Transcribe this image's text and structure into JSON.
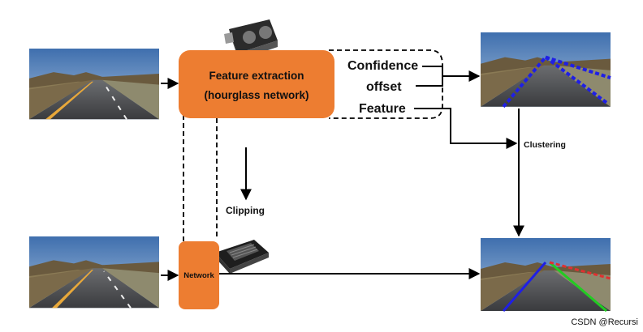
{
  "feature_box": {
    "line1": "Feature extraction",
    "line2": "(hourglass network)"
  },
  "outputs": {
    "confidence": "Confidence",
    "offset": "offset",
    "feature": "Feature"
  },
  "labels": {
    "clustering": "Clustering",
    "clipping": "Clipping",
    "network": "Network"
  },
  "watermark": "CSDN @Recursi",
  "colors": {
    "orange": "#ED7D31",
    "lane_blue": "#1F1FE6",
    "lane_green": "#22CC22",
    "lane_red": "#E03030",
    "road_yellow": "#E8A83A"
  }
}
